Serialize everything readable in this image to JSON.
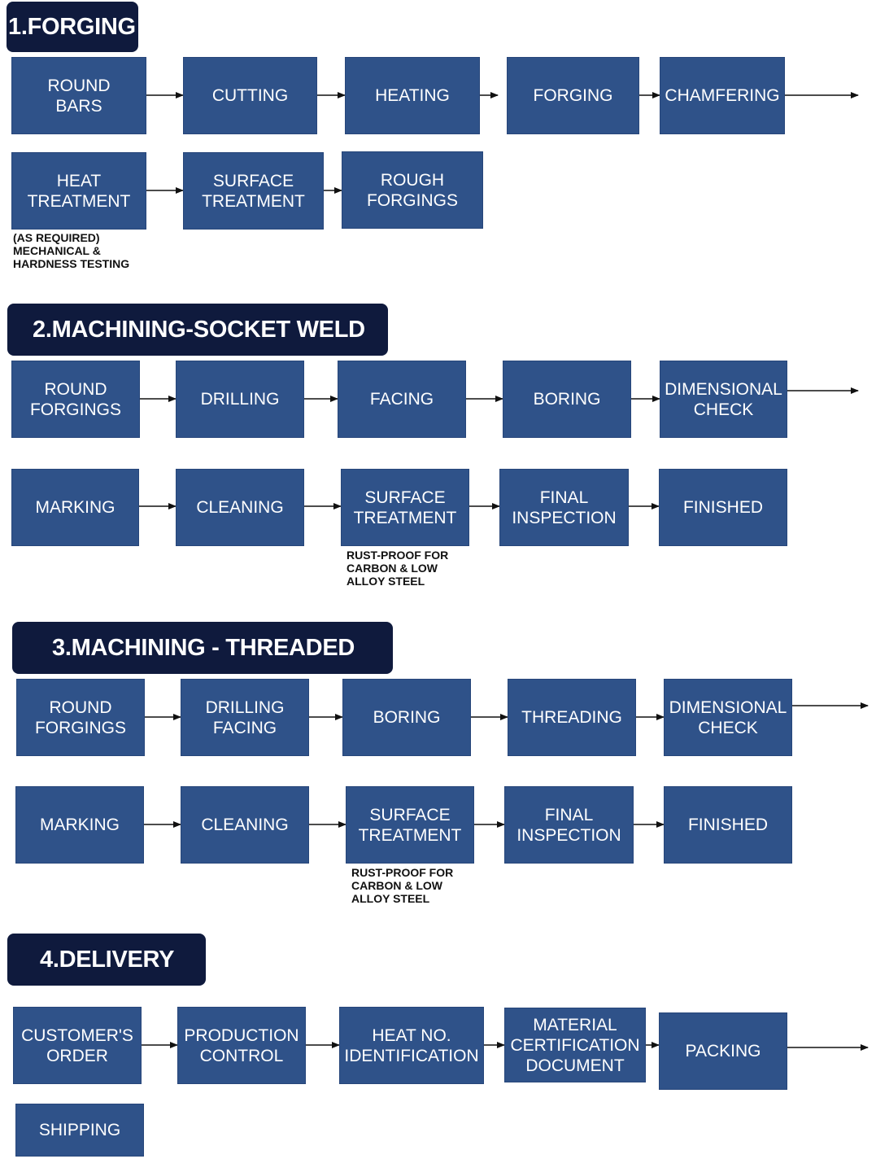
{
  "sections": {
    "forging": {
      "title": "1.FORGING",
      "round_bars": "ROUND\nBARS",
      "cutting": "CUTTING",
      "heating": "HEATING",
      "forging": "FORGING",
      "chamfering": "CHAMFERING",
      "heat_treatment": "HEAT\nTREATMENT",
      "surface_treatment": "SURFACE\nTREATMENT",
      "rough_forgings": "ROUGH\nFORGINGS",
      "note": "(AS REQUIRED)\n MECHANICAL &\n HARDNESS TESTING"
    },
    "socket_weld": {
      "title": "2.MACHINING-SOCKET WELD",
      "round_forgings": "ROUND\nFORGINGS",
      "drilling": "DRILLING",
      "facing": "FACING",
      "boring": "BORING",
      "dimensional_check": "DIMENSIONAL\nCHECK",
      "marking": "MARKING",
      "cleaning": "CLEANING",
      "surface_treatment": "SURFACE\nTREATMENT",
      "final_inspection": "FINAL\nINSPECTION",
      "finished": "FINISHED",
      "note": "RUST-PROOF FOR\nCARBON & LOW\nALLOY STEEL"
    },
    "threaded": {
      "title": "3.MACHINING - THREADED",
      "round_forgings": "ROUND\nFORGINGS",
      "drilling_facing": "DRILLING\nFACING",
      "boring": "BORING",
      "threading": "THREADING",
      "dimensional_check": "DIMENSIONAL\nCHECK",
      "marking": "MARKING",
      "cleaning": "CLEANING",
      "surface_treatment": "SURFACE\nTREATMENT",
      "final_inspection": "FINAL\nINSPECTION",
      "finished": "FINISHED",
      "note": "RUST-PROOF FOR\nCARBON & LOW\nALLOY STEEL"
    },
    "delivery": {
      "title": "4.DELIVERY",
      "customers_order": "CUSTOMER'S\nORDER",
      "production_control": "PRODUCTION\nCONTROL",
      "heat_no_identification": "HEAT NO.\nIDENTIFICATION",
      "material_certification_document": "MATERIAL\nCERTIFICATION\nDOCUMENT",
      "packing": "PACKING",
      "shipping": "SHIPPING"
    }
  },
  "colors": {
    "box_fill": "#2f5289",
    "header_fill": "#0f1a3d",
    "arrow": "#111111"
  }
}
